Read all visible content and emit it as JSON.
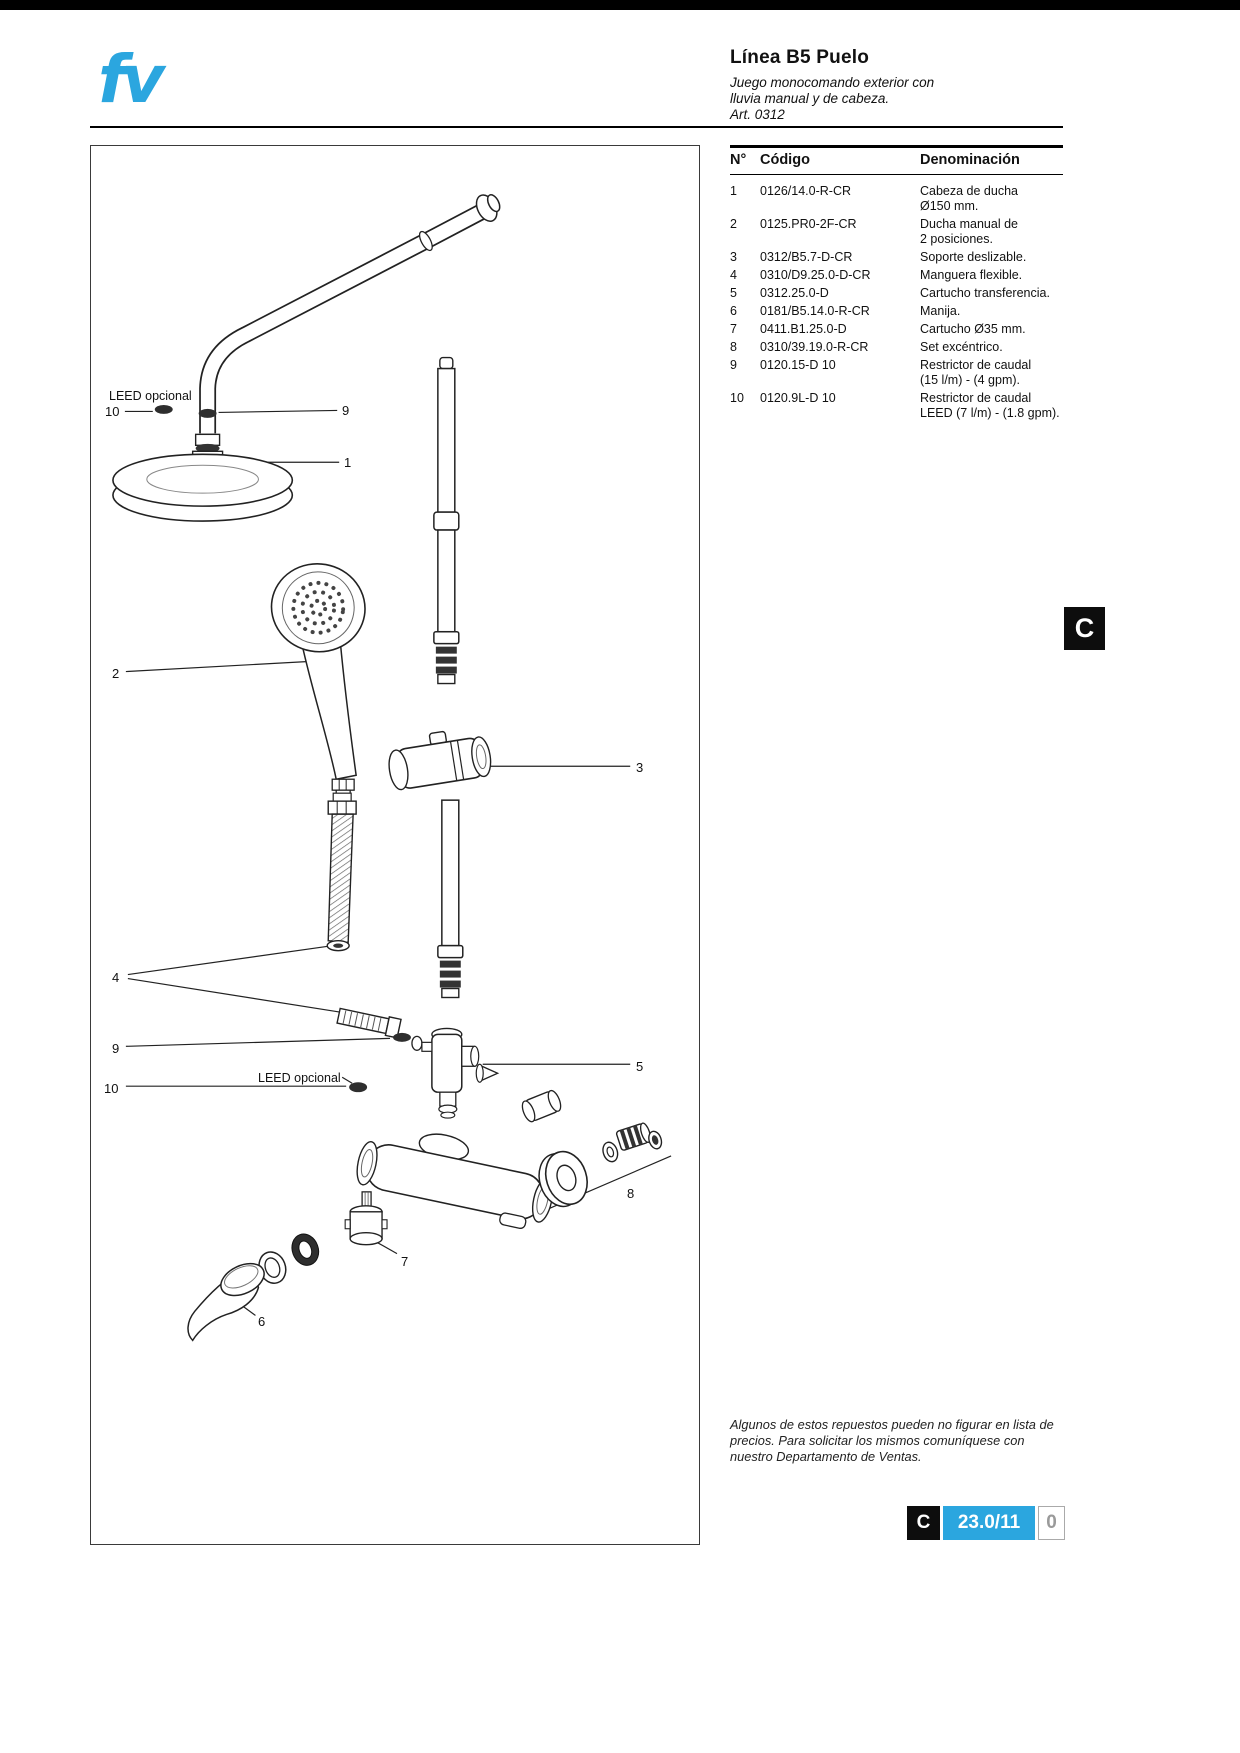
{
  "header": {
    "logo": "fv",
    "title": "Línea B5 Puelo",
    "subtitle_line1": "Juego monocomando exterior con",
    "subtitle_line2": "lluvia manual y de cabeza.",
    "art": "Art. 0312",
    "brand_blue": "#2BA6DF"
  },
  "table": {
    "headers": {
      "num": "N°",
      "code": "Código",
      "name": "Denominación"
    },
    "rows": [
      {
        "num": "1",
        "code": "0126/14.0-R-CR",
        "name": "Cabeza de ducha\nØ150 mm."
      },
      {
        "num": "2",
        "code": "0125.PR0-2F-CR",
        "name": "Ducha manual de\n2 posiciones."
      },
      {
        "num": "3",
        "code": "0312/B5.7-D-CR",
        "name": "Soporte deslizable."
      },
      {
        "num": "4",
        "code": "0310/D9.25.0-D-CR",
        "name": "Manguera flexible."
      },
      {
        "num": "5",
        "code": "0312.25.0-D",
        "name": "Cartucho transferencia."
      },
      {
        "num": "6",
        "code": "0181/B5.14.0-R-CR",
        "name": "Manija."
      },
      {
        "num": "7",
        "code": "0411.B1.25.0-D",
        "name": "Cartucho Ø35 mm."
      },
      {
        "num": "8",
        "code": "0310/39.19.0-R-CR",
        "name": "Set excéntrico."
      },
      {
        "num": "9",
        "code": "0120.15-D 10",
        "name": "Restrictor de caudal\n(15 l/m) - (4 gpm)."
      },
      {
        "num": "10",
        "code": "0120.9L-D 10",
        "name": "Restrictor de caudal\nLEED (7 l/m) - (1.8 gpm)."
      }
    ]
  },
  "diagram": {
    "leed_top": "LEED opcional",
    "leed_bottom": "LEED opcional",
    "callouts": {
      "c1": "1",
      "c2": "2",
      "c3": "3",
      "c4": "4",
      "c5": "5",
      "c6": "6",
      "c7": "7",
      "c8": "8",
      "c9_top": "9",
      "c10_top": "10",
      "c9_bottom": "9",
      "c10_bottom": "10"
    }
  },
  "side_tab": "C",
  "footer": {
    "note": "Algunos de estos repuestos pueden no figurar en lista de\nprecios. Para solicitar los mismos comuníquese con\nnuestro Departamento de Ventas.",
    "section": "C",
    "page_number": "23.0/11",
    "revision": "0"
  }
}
